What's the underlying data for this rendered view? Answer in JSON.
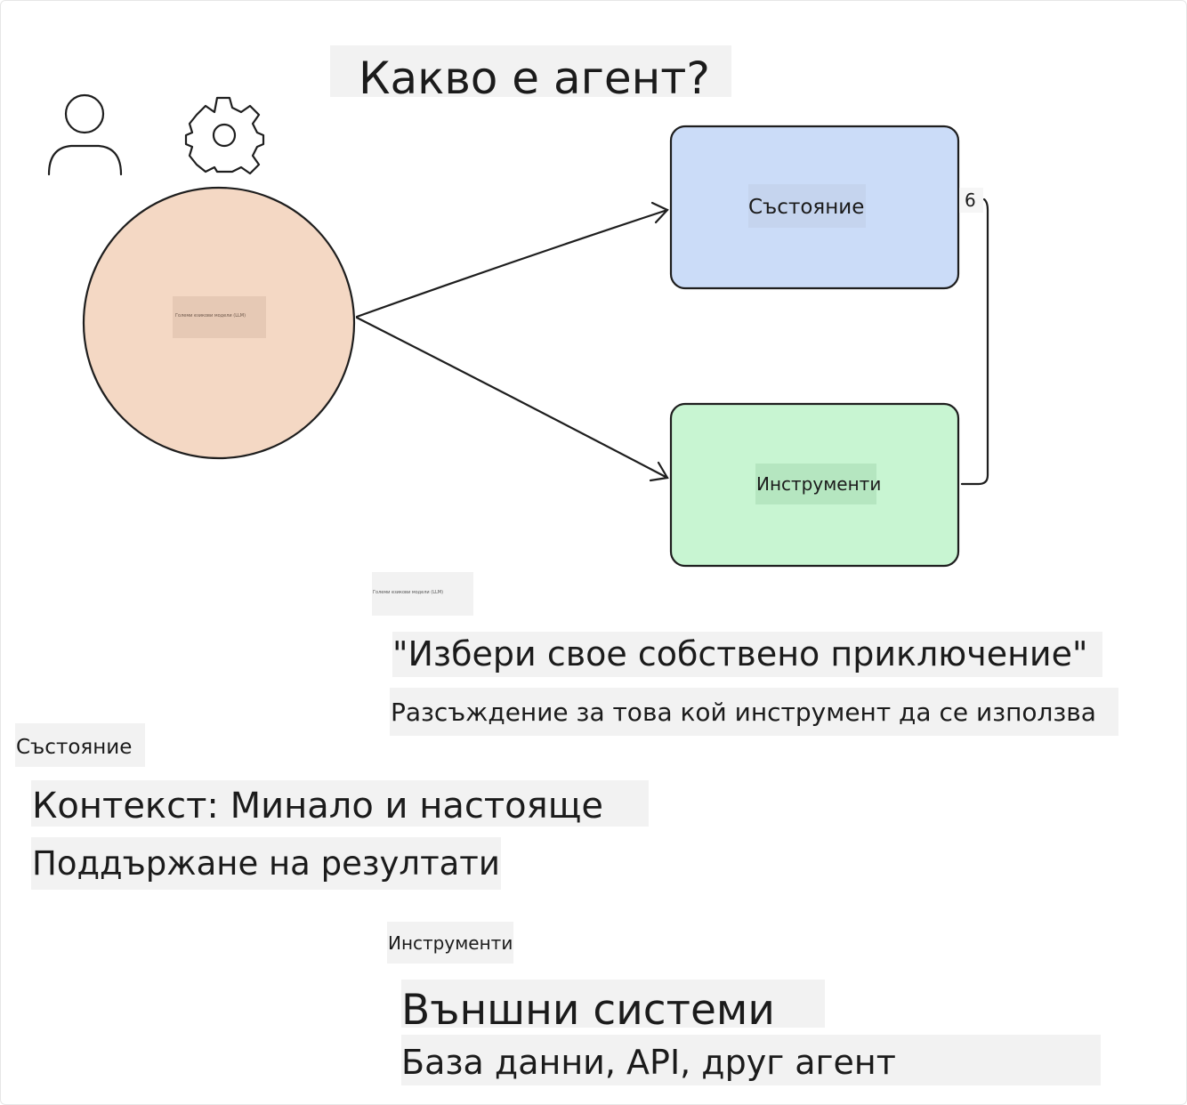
{
  "title": "Какво е агент?",
  "diagram": {
    "llm_label": "Големи езикови модели (LLM)",
    "state_box_label": "Състояние",
    "tools_box_label": "Инструменти",
    "step_number": "6",
    "small_label": "Големи езикови модели (LLM)",
    "icons": [
      "person-icon",
      "gear-icon"
    ],
    "colors": {
      "llm_circle": "#f4d8c4",
      "state_box": "#cbdcf8",
      "tools_box": "#c8f5d2",
      "stroke": "#1e1e1e"
    }
  },
  "notes": {
    "cyoa": "\"Избери свое собствено приключение\"",
    "reasoning": "Разсъждение за това кой инструмент да се използва",
    "state_heading": "Състояние",
    "context": "Контекст: Минало и настояще",
    "maintain": "Поддържане на резултати",
    "tools_heading": "Инструменти",
    "external": "Външни системи",
    "databases": "База данни, API, друг агент"
  }
}
